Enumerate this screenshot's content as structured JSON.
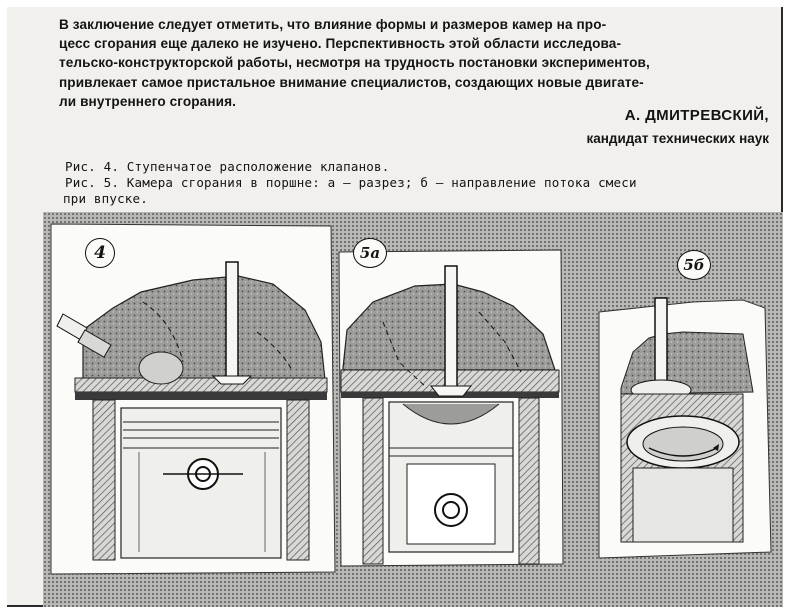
{
  "article": {
    "paragraph_lines": [
      "В заключение следует отметить, что влияние формы и размеров камер на про-",
      "цесс сгорания еще далеко не изучено. Перспективность  этой области исследова-",
      "тельско-конструкторской работы, несмотря на трудность постановки экспериментов,",
      "привлекает самое пристальное внимание специалистов, создающих новые двигате-",
      "ли внутреннего сгорания."
    ],
    "author": "А. ДМИТРЕВСКИЙ,",
    "author_degree": "кандидат технических наук"
  },
  "captions": {
    "fig4": "Рис. 4. Ступенчатое расположение клапанов.",
    "fig5_line1": "Рис. 5. Камера сгорания в поршне: а — разрез; б — направление потока смеси",
    "fig5_line2": "при впуске."
  },
  "figure_labels": {
    "fig4": "4",
    "fig5a": "5а",
    "fig5b": "5б"
  }
}
